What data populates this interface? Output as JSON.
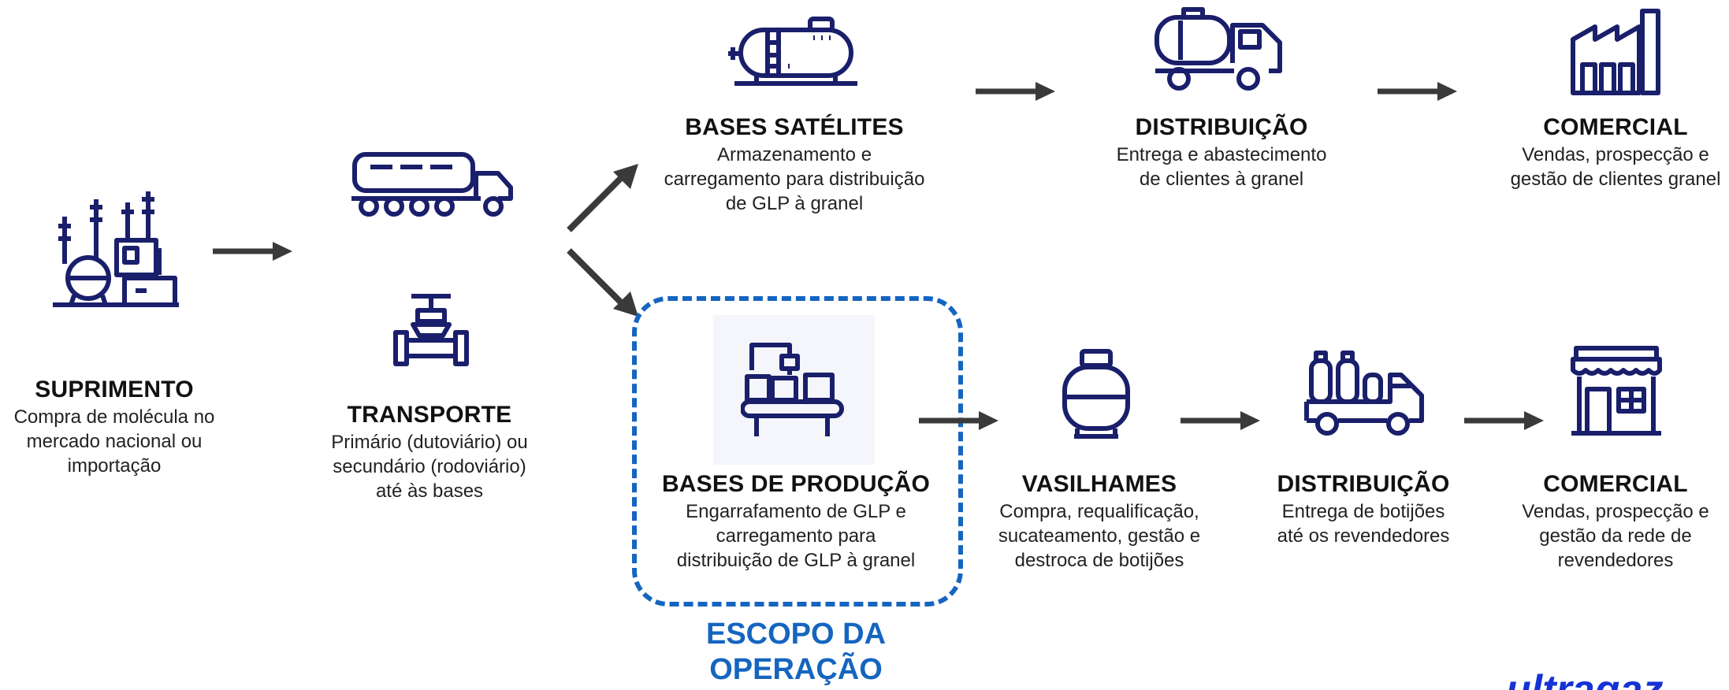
{
  "nodes": {
    "suprimento": {
      "title": "SUPRIMENTO",
      "desc": [
        "Compra de molécula no",
        "mercado nacional ou",
        "importação"
      ],
      "icon": "refinery-icon"
    },
    "transporte": {
      "title": "TRANSPORTE",
      "desc": [
        "Primário (dutoviário) ou",
        "secundário (rodoviário)",
        "até às bases"
      ],
      "icons": [
        "tanker-truck-icon",
        "pipeline-valve-icon"
      ]
    },
    "bases_satelites": {
      "title": "BASES SATÉLITES",
      "desc": [
        "Armazenamento e",
        "carregamento para distribuição",
        "de GLP à granel"
      ],
      "icon": "storage-tank-icon"
    },
    "distribuicao_granel": {
      "title": "DISTRIBUIÇÃO",
      "desc": [
        "Entrega e abastecimento",
        "de clientes à granel"
      ],
      "icon": "bulk-truck-icon"
    },
    "comercial_granel": {
      "title": "COMERCIAL",
      "desc": [
        "Vendas, prospecção e",
        "gestão de clientes granel"
      ],
      "icon": "factory-icon"
    },
    "bases_producao": {
      "title": "BASES DE PRODUÇÃO",
      "desc": [
        "Engarrafamento de GLP  e",
        "carregamento para",
        "distribuição de GLP à granel"
      ],
      "icon": "bottling-line-icon"
    },
    "vasilhames": {
      "title": "VASILHAMES",
      "desc": [
        "Compra, requalificação,",
        "sucateamento, gestão e",
        "destroca de botijões"
      ],
      "icon": "gas-cylinder-icon"
    },
    "distribuicao_botijoes": {
      "title": "DISTRIBUIÇÃO",
      "desc": [
        "Entrega de botijões",
        "até os revendedores"
      ],
      "icon": "cylinder-truck-icon"
    },
    "comercial_revenda": {
      "title": "COMERCIAL",
      "desc": [
        "Vendas, prospecção e",
        "gestão da rede de",
        "revendedores"
      ],
      "icon": "store-icon"
    }
  },
  "scope": {
    "label": [
      "ESCOPO DA",
      "OPERAÇÃO"
    ],
    "color": "#1565c0"
  },
  "logo": {
    "text": "ultragaz",
    "color": "#1532d6"
  },
  "colors": {
    "icon": "#1a1f6b",
    "arrow": "#3a3a3a"
  }
}
